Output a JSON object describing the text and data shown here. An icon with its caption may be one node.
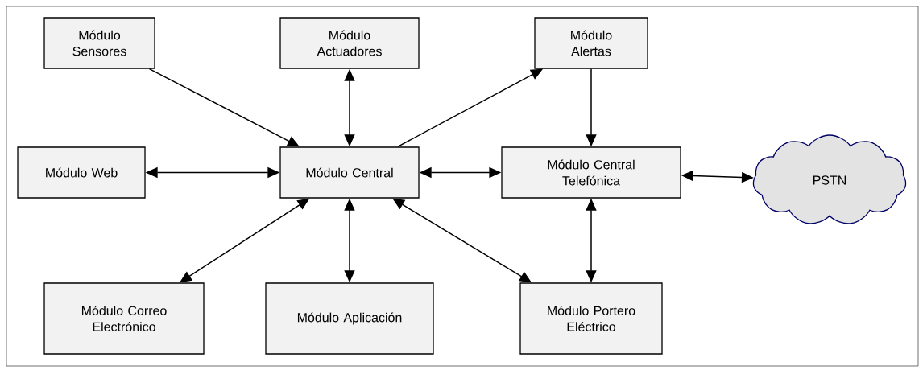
{
  "diagram": {
    "nodes": [
      {
        "text": [
          "Módulo Sensores"
        ]
      },
      {
        "text": [
          "Módulo Actuadores"
        ]
      },
      {
        "text": [
          "Módulo Alertas"
        ]
      },
      {
        "text": [
          "Módulo Web"
        ]
      },
      {
        "text": [
          "Módulo Central"
        ]
      },
      {
        "text": [
          "Módulo Central Telefónica"
        ]
      },
      {
        "text": [
          "PSTN"
        ]
      },
      {
        "text": [
          "Módulo Correo Electrónico"
        ]
      },
      {
        "text": [
          "Módulo Aplicación"
        ]
      },
      {
        "text": [
          "Módulo Portero Eléctrico"
        ]
      }
    ],
    "edges": [
      {
        "from": 0,
        "to": 4,
        "arrow": "to"
      },
      {
        "from": 4,
        "to": 1,
        "arrow": "both"
      },
      {
        "from": 4,
        "to": 2,
        "arrow": "to"
      },
      {
        "from": 2,
        "to": 5,
        "arrow": "to"
      },
      {
        "from": 3,
        "to": 4,
        "arrow": "both"
      },
      {
        "from": 4,
        "to": 5,
        "arrow": "both"
      },
      {
        "from": 5,
        "to": 6,
        "arrow": "both"
      },
      {
        "from": 4,
        "to": 7,
        "arrow": "both"
      },
      {
        "from": 4,
        "to": 8,
        "arrow": "both"
      },
      {
        "from": 4,
        "to": 9,
        "arrow": "both"
      },
      {
        "from": 5,
        "to": 9,
        "arrow": "both"
      }
    ]
  }
}
